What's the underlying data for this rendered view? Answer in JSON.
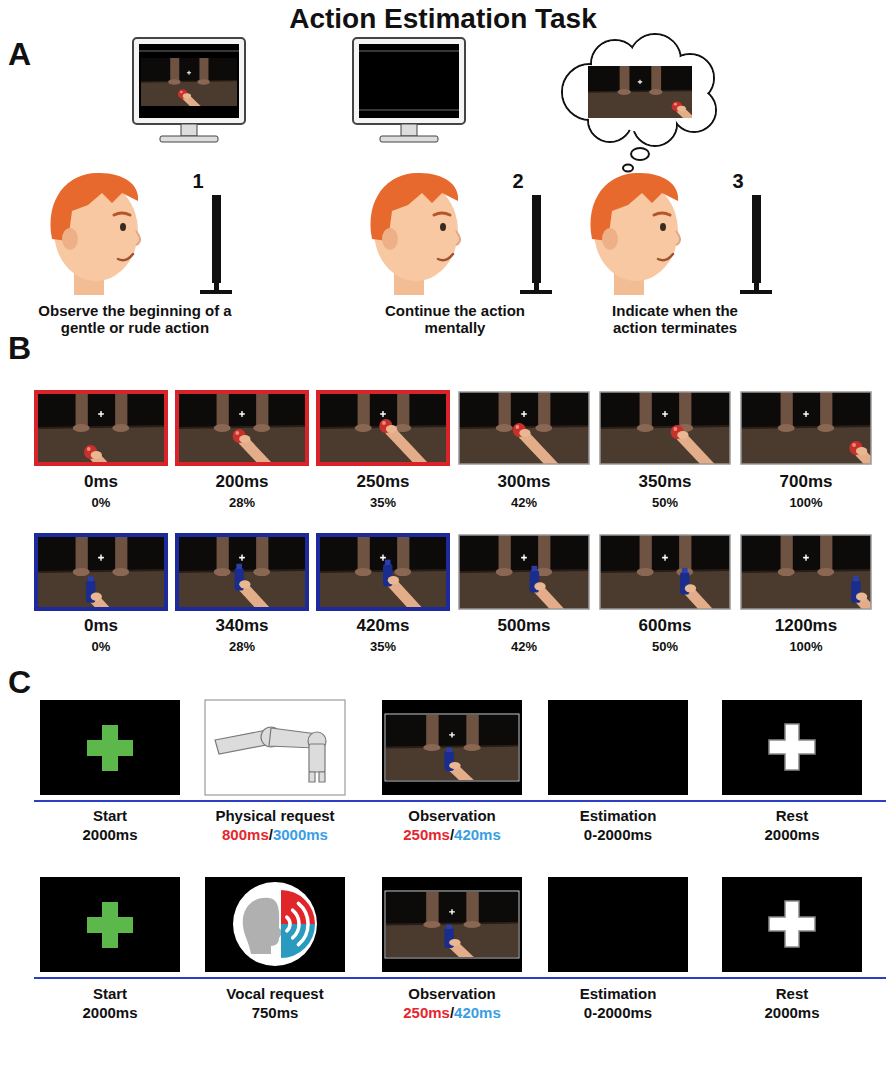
{
  "diagram": {
    "title": "Action Estimation Task",
    "labels": [
      "A",
      "1",
      "2",
      "3",
      "Observe the beginning of a gentle or rude action",
      "Continue the action mentally",
      "Indicate when the action terminates",
      "B",
      "0ms",
      "200ms",
      "250ms",
      "300ms",
      "350ms",
      "700ms",
      "0%",
      "28%",
      "35%",
      "42%",
      "50%",
      "100%",
      "0ms",
      "340ms",
      "420ms",
      "500ms",
      "600ms",
      "1200ms",
      "0%",
      "28%",
      "35%",
      "42%",
      "50%",
      "100%",
      "C",
      "Start",
      "2000ms",
      "Physical request",
      "800ms",
      "/",
      "3000ms",
      "Observation",
      "250ms",
      "/",
      "420ms",
      "Estimation",
      "0-2000ms",
      "Rest",
      "2000ms",
      "Start",
      "2000ms",
      "Vocal request",
      "750ms",
      "Observation",
      "250ms",
      "/",
      "420ms",
      "Estimation",
      "0-2000ms",
      "Rest",
      "2000ms"
    ]
  }
}
